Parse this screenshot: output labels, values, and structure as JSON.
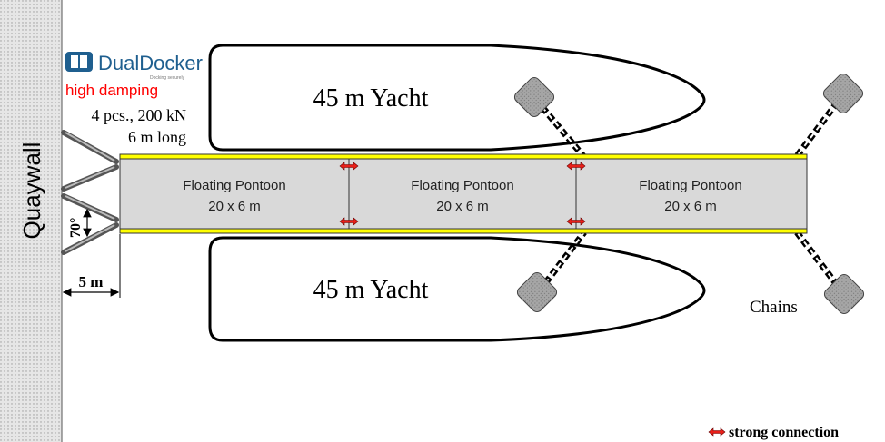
{
  "quaywall": {
    "label": "Quaywall"
  },
  "brand": {
    "name": "DualDocker",
    "tagline": "Docking securely",
    "color": "#1f5f8f"
  },
  "damper": {
    "note": "high damping",
    "note_color": "#ff0000",
    "spec_line1": "4 pcs., 200 kN",
    "spec_line2": "6 m long",
    "angle": "70°",
    "distance": "5 m"
  },
  "yachts": [
    {
      "label": "45 m Yacht"
    },
    {
      "label": "45 m Yacht"
    }
  ],
  "pontoons": [
    {
      "title": "Floating Pontoon",
      "size": "20 x 6 m"
    },
    {
      "title": "Floating Pontoon",
      "size": "20 x 6 m"
    },
    {
      "title": "Floating Pontoon",
      "size": "20 x 6 m"
    }
  ],
  "chains": {
    "label": "Chains"
  },
  "legend": {
    "strong_connection": "strong connection",
    "color": "#e8201a"
  },
  "colors": {
    "pontoon_fill": "#d9d9d9",
    "fender": "#ffff00",
    "anchor_fill": "#a6a6a6"
  }
}
